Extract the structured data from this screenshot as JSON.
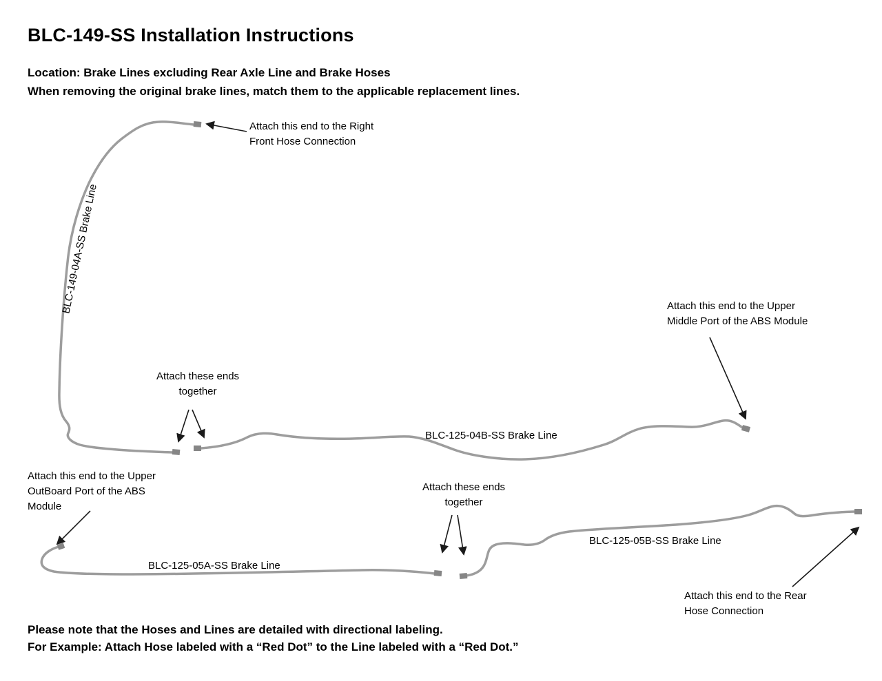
{
  "page": {
    "title": "BLC-149-SS Installation Instructions",
    "location_line": "Location: Brake Lines excluding Rear Axle Line and Brake Hoses",
    "removal_note": "When removing the original brake lines, match them to the applicable replacement lines.",
    "footer_line1": "Please note that the Hoses and Lines are detailed with directional labeling.",
    "footer_line2": "For Example: Attach Hose labeled with a “Red Dot” to the Line labeled with a “Red Dot.”"
  },
  "lines": {
    "blc_149_04a": "BLC-149-04A-SS Brake Line",
    "blc_125_04b": "BLC-125-04B-SS Brake Line",
    "blc_125_05a": "BLC-125-05A-SS Brake Line",
    "blc_125_05b": "BLC-125-05B-SS Brake Line"
  },
  "annotations": {
    "right_front_hose": "Attach this end to the Right\nFront Hose Connection",
    "upper_middle_abs": "Attach this end to the Upper\nMiddle Port of the ABS Module",
    "ends_together_mid": "Attach these ends\ntogether",
    "upper_outboard_abs": "Attach this end to the Upper\nOutBoard Port of the ABS\nModule",
    "ends_together_bottom": "Attach these ends\ntogether",
    "rear_hose": "Attach this end to the Rear\nHose Connection"
  },
  "colors": {
    "tube": "#9d9d9d",
    "fitting": "#868686",
    "arrow": "#1a1a1a",
    "text": "#000000",
    "background": "#ffffff"
  }
}
